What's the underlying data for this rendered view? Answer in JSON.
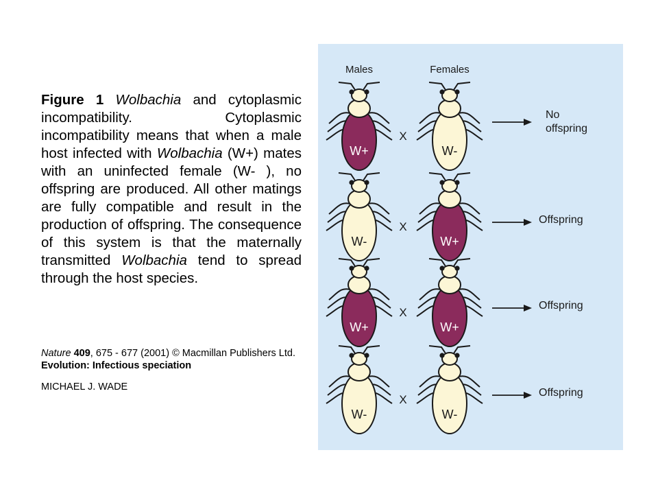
{
  "caption": {
    "label": "Figure 1",
    "t1": " ",
    "em1": "Wolbachia",
    "t2": " and cytoplasmic incompatibility. Cytoplasmic incompatibility means that when a male host infected with ",
    "em2": "Wolbachia",
    "t3": " (W+) mates with an uninfected female (W- ), no offspring are produced. All other matings are fully compatible and result in the production of offspring. The consequence of this system is that the maternally transmitted ",
    "em3": "Wolbachia",
    "t4": " tend to spread through the host species."
  },
  "citation": {
    "journal": "Nature",
    "sp1": " ",
    "volume": "409",
    "rest": ", 675 - 677 (2001) © Macmillan Publishers Ltd. ",
    "title": "Evolution: Infectious speciation"
  },
  "author": "MICHAEL J. WADE",
  "diagram": {
    "headers": {
      "males": "Males",
      "females": "Females"
    },
    "cross_symbol": "X",
    "colors": {
      "infected": "#8b2b5c",
      "uninfected": "#fcf6d6",
      "panel": "#d6e8f7",
      "outline": "#1a1a1a"
    },
    "rows": [
      {
        "male": "W+",
        "female": "W-",
        "result": [
          "No",
          "offspring"
        ]
      },
      {
        "male": "W-",
        "female": "W+",
        "result": [
          "Offspring"
        ]
      },
      {
        "male": "W+",
        "female": "W+",
        "result": [
          "Offspring"
        ]
      },
      {
        "male": "W-",
        "female": "W-",
        "result": [
          "Offspring"
        ]
      }
    ]
  }
}
